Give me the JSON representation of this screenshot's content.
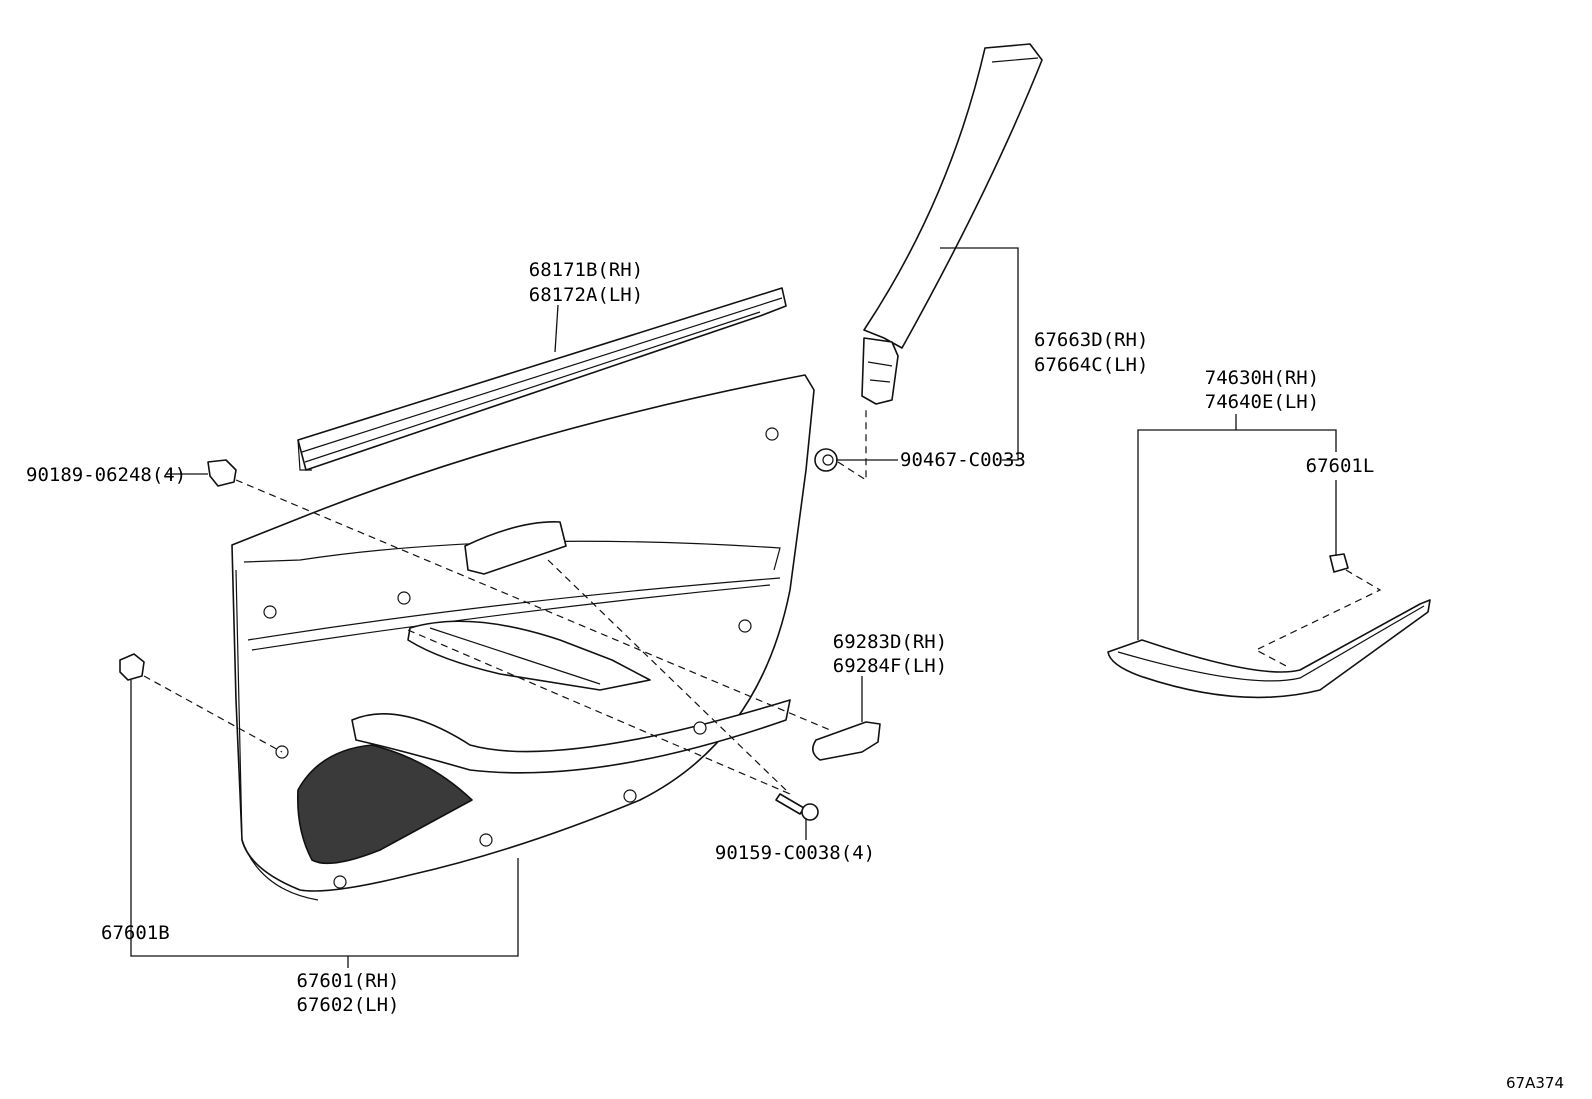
{
  "diagram_ref": "67A374",
  "parts": {
    "belt_moulding": {
      "line1": "68171B(RH)",
      "line2": "68172A(LH)"
    },
    "pillar_garnish": {
      "line1": "67663D(RH)",
      "line2": "67664C(LH)"
    },
    "pillar_clip": {
      "label": "90467-C0033"
    },
    "trim_clip_upper": {
      "label": "90189-06248(4)"
    },
    "ornament_panel": {
      "line1": "74630H(RH)",
      "line2": "74640E(LH)"
    },
    "ornament_clip": {
      "label": "67601L"
    },
    "pull_handle_cover": {
      "line1": "69283D(RH)",
      "line2": "69284F(LH)"
    },
    "screw": {
      "label": "90159-C0038(4)"
    },
    "trim_clip_lower": {
      "label": "67601B"
    },
    "door_trim_board": {
      "line1": "67601(RH)",
      "line2": "67602(LH)"
    }
  }
}
